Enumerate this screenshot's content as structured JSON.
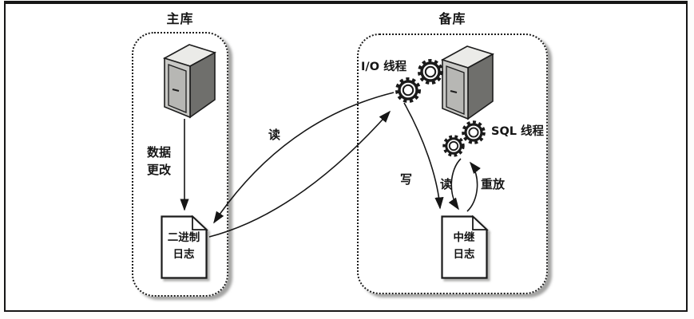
{
  "figure": {
    "master_box": {
      "title": "主库"
    },
    "replica_box": {
      "title": "备库",
      "io_thread_label": "I/O 线程",
      "sql_thread_label": "SQL 线程"
    },
    "master_flow": {
      "data_change_line1": "数据",
      "data_change_line2": "更改",
      "read_label": "读"
    },
    "replica_flow": {
      "write_label": "写",
      "read_label": "读",
      "replay_label": "重放"
    },
    "binlog_doc": {
      "line1": "二进制",
      "line2": "日志"
    },
    "relay_doc": {
      "line1": "中继",
      "line2": "日志"
    },
    "icons": {
      "master_server": "server-tower-icon",
      "replica_server": "server-tower-icon",
      "io_thread_gears": "gears-icon",
      "sql_thread_gears": "gears-icon",
      "binlog": "document-icon",
      "relay_log": "document-icon"
    },
    "colors": {
      "ink": "#1a1a1a",
      "paper": "#ffffff",
      "server_side": "#6f6f6c",
      "server_front": "#c9c9c6",
      "server_top": "#ebebe8",
      "shadow": "#7a7a78"
    }
  }
}
